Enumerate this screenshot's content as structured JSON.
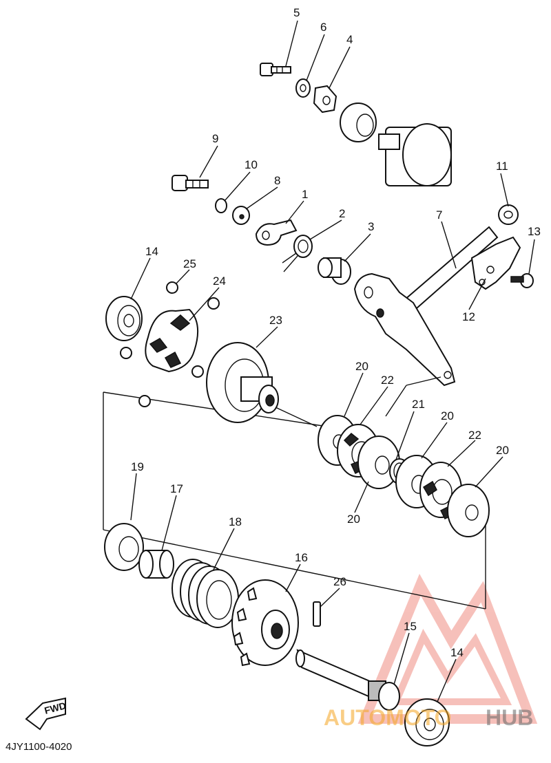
{
  "diagram_code": "4JY1100-4020",
  "fwd_label": "FWD",
  "watermark": {
    "word_left": "AUTOMOTO",
    "word_right": "HUB",
    "colors": {
      "triangle": "#e74c3c",
      "left": "#f5a623",
      "right": "#666666"
    }
  },
  "callouts": [
    "5",
    "6",
    "4",
    "9",
    "10",
    "8",
    "1",
    "2",
    "3",
    "11",
    "7",
    "13",
    "12",
    "14",
    "25",
    "24",
    "23",
    "20",
    "22",
    "21",
    "20",
    "22",
    "20",
    "20",
    "19",
    "17",
    "18",
    "16",
    "26",
    "15",
    "14"
  ]
}
